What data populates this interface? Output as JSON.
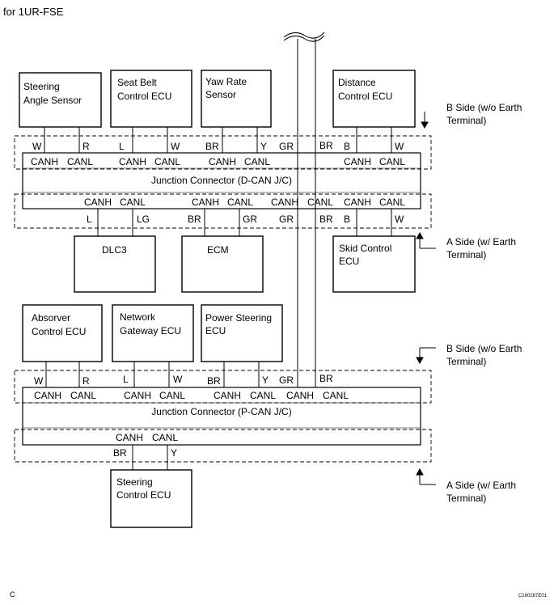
{
  "header": {
    "engine_label": "for 1UR-FSE"
  },
  "footer": {
    "page_letter": "C",
    "figure_code": "C180287E01"
  },
  "side_labels": {
    "b_side": [
      "B Side (w/o Earth",
      "Terminal)"
    ],
    "a_side": [
      "A Side (w/ Earth",
      "Terminal)"
    ]
  },
  "dcan": {
    "title": "Junction Connector (D-CAN J/C)",
    "top_modules": {
      "steering_angle": [
        "Steering",
        "Angle Sensor"
      ],
      "seat_belt": [
        "Seat Belt",
        "Control ECU"
      ],
      "yaw_rate": [
        "Yaw Rate",
        "Sensor"
      ],
      "distance": [
        "Distance",
        "Control ECU"
      ]
    },
    "bottom_modules": {
      "dlc3": [
        "DLC3"
      ],
      "ecm": [
        "ECM"
      ],
      "skid": [
        "Skid Control",
        "ECU"
      ]
    },
    "top_wire_colors": [
      "W",
      "R",
      "L",
      "W",
      "BR",
      "Y",
      "GR",
      "BR",
      "B",
      "W"
    ],
    "top_pins": [
      "CANH",
      "CANL",
      "CANH",
      "CANL",
      "CANH",
      "CANL",
      "CANH",
      "CANL"
    ],
    "bottom_pins": [
      "CANH",
      "CANL",
      "CANH",
      "CANL",
      "CANH",
      "CANL",
      "CANH",
      "CANL"
    ],
    "bottom_wire_colors": [
      "L",
      "LG",
      "BR",
      "GR",
      "GR",
      "BR",
      "B",
      "W"
    ]
  },
  "pcan": {
    "title": "Junction Connector (P-CAN J/C)",
    "top_modules": {
      "absorver": [
        "Absorver",
        "Control ECU"
      ],
      "gateway": [
        "Network",
        "Gateway ECU"
      ],
      "power_steering": [
        "Power Steering",
        "ECU"
      ]
    },
    "bottom_modules": {
      "steering_ecu": [
        "Steering",
        "Control ECU"
      ]
    },
    "top_wire_colors": [
      "W",
      "R",
      "L",
      "W",
      "BR",
      "Y",
      "GR",
      "BR"
    ],
    "top_pins": [
      "CANH",
      "CANL",
      "CANH",
      "CANL",
      "CANH",
      "CANL",
      "CANH",
      "CANL"
    ],
    "bottom_pins": [
      "CANH",
      "CANL"
    ],
    "bottom_wire_colors": [
      "BR",
      "Y"
    ]
  }
}
